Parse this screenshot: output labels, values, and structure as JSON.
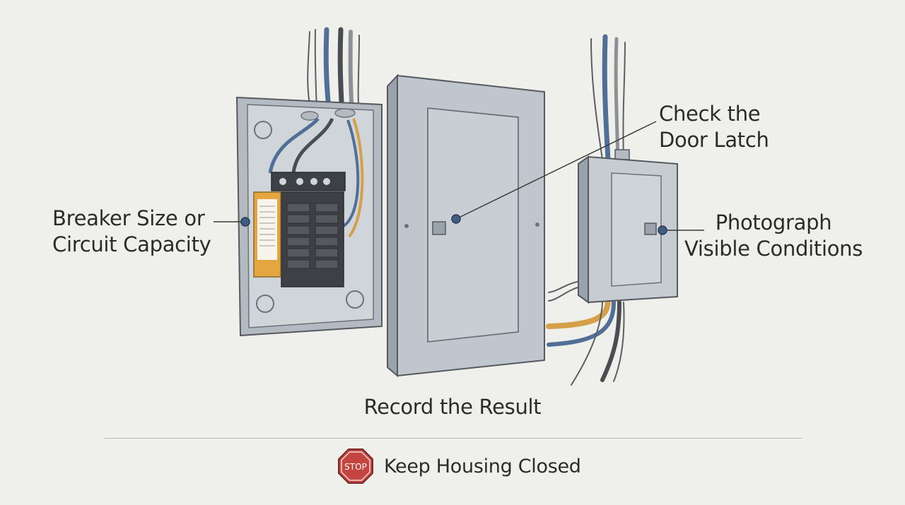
{
  "callouts": {
    "breaker_line1": "Breaker Size or",
    "breaker_line2": "Circuit Capacity",
    "latch_line1": "Check the",
    "latch_line2": "Door Latch",
    "photo_line1": "Photograph",
    "photo_line2": "Visible Conditions"
  },
  "caption": "Record the Result",
  "footer": {
    "stop_text": "STOP",
    "warning": "Keep Housing Closed"
  },
  "colors": {
    "background": "#efefeb",
    "panel": "#c6ccd2",
    "panel_dark": "#9aa3ab",
    "wire_blue": "#4f6f96",
    "wire_orange": "#d6a049",
    "wire_dark": "#4a4e52",
    "stop_red": "#c4453f",
    "callout_dot": "#3f5e80"
  },
  "icons": [
    "stop-sign-icon"
  ]
}
